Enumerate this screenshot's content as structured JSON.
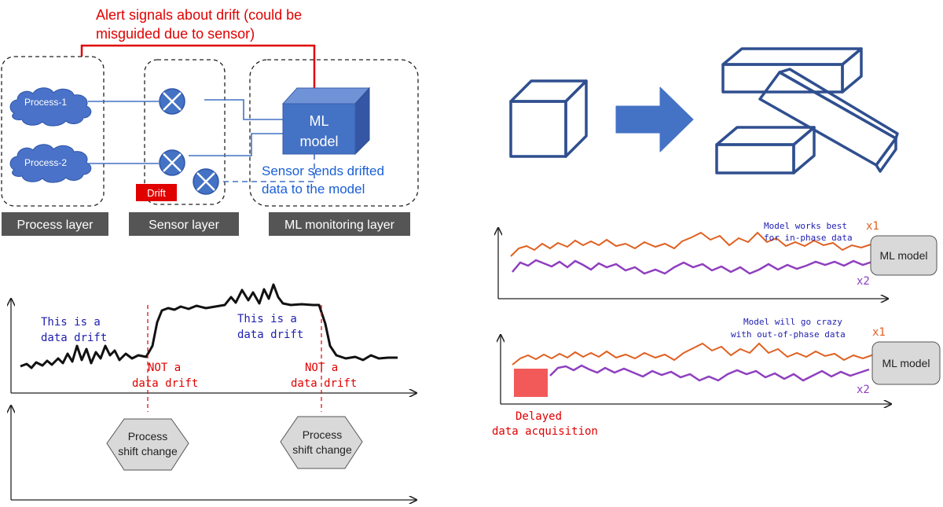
{
  "alert": {
    "line1": "Alert signals about drift (could be",
    "line2": "misguided due to sensor)"
  },
  "process": {
    "p1": "Process-1",
    "p2": "Process-2"
  },
  "drift_tag": "Drift",
  "ml_box": {
    "line1": "ML",
    "line2": "model"
  },
  "sensor_note": {
    "line1": "Sensor sends drifted",
    "line2": "data to the model"
  },
  "layers": [
    "Process layer",
    "Sensor layer",
    "ML monitoring layer"
  ],
  "drift_chart": {
    "drift1": {
      "line1": "This is a",
      "line2": "data drift"
    },
    "drift2": {
      "line1": "This is a",
      "line2": "data drift"
    },
    "not1": {
      "line1": "NOT a",
      "line2": "data drift"
    },
    "not2": {
      "line1": "NOT a",
      "line2": "data drift"
    },
    "shift1": {
      "line1": "Process",
      "line2": "shift change"
    },
    "shift2": {
      "line1": "Process",
      "line2": "shift change"
    }
  },
  "phase_top": {
    "note_line1": "Model works best",
    "note_line2": "for in-phase data",
    "x1": "x1",
    "x2": "x2",
    "model": "ML model"
  },
  "phase_bottom": {
    "note_line1": "Model will go crazy",
    "note_line2": "with out-of-phase data",
    "x1": "x1",
    "x2": "x2",
    "model": "ML model",
    "delay_line1": "Delayed",
    "delay_line2": "data acquisition"
  },
  "colors": {
    "red": "#e00000",
    "blue": "#4472c4",
    "dark_blue": "#2f4f8f",
    "text_blue": "#1a5fd6",
    "note_blue": "#1d1db0",
    "label_bg": "#555555",
    "orange": "#e06020",
    "purple": "#8e3fbf",
    "cloud": "#4a72c8",
    "delay_red": "#f25a5a"
  }
}
